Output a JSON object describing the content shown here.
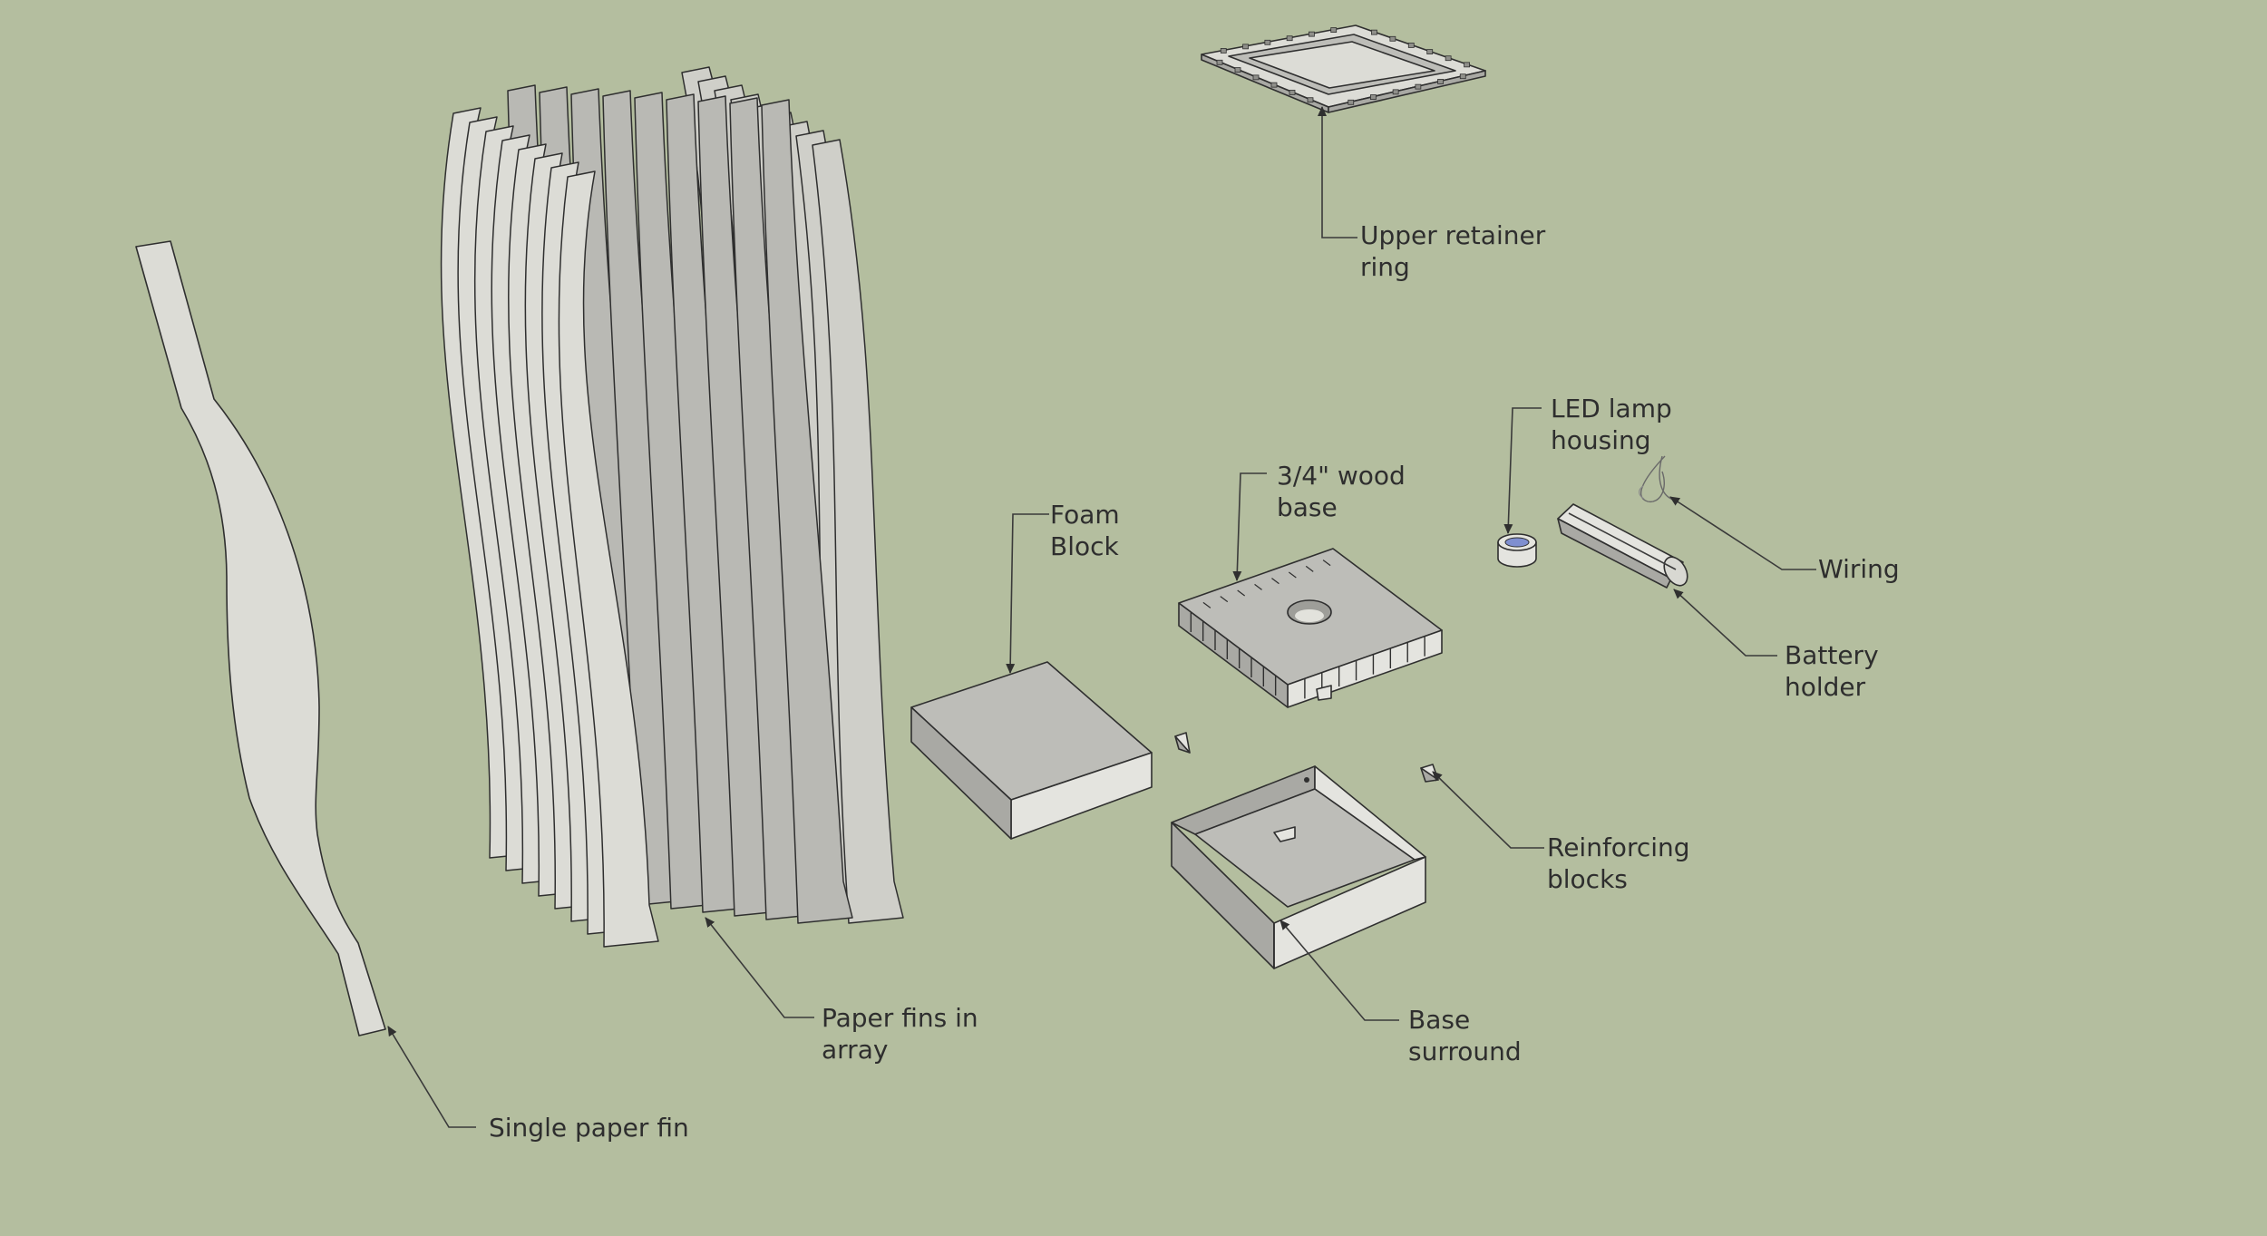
{
  "labels": {
    "upper_retainer_ring": [
      "Upper retainer",
      "ring"
    ],
    "led_lamp_housing": [
      "LED lamp",
      "housing"
    ],
    "wood_base": [
      "3/4\" wood",
      "base"
    ],
    "foam_block": [
      "Foam",
      "Block"
    ],
    "wiring": [
      "Wiring"
    ],
    "battery_holder": [
      "Battery",
      "holder"
    ],
    "reinforcing_blocks": [
      "Reinforcing",
      "blocks"
    ],
    "paper_fins_in_array": [
      "Paper fins in",
      "array"
    ],
    "base_surround": [
      "Base",
      "surround"
    ],
    "single_paper_fin": [
      "Single paper fin"
    ]
  },
  "colors": {
    "background": "#b4be9f",
    "part_face": "#dcdcd6",
    "part_side": "#a9a9a4",
    "outline": "#2f2f2f",
    "led_lens": "#7f8fd0"
  }
}
